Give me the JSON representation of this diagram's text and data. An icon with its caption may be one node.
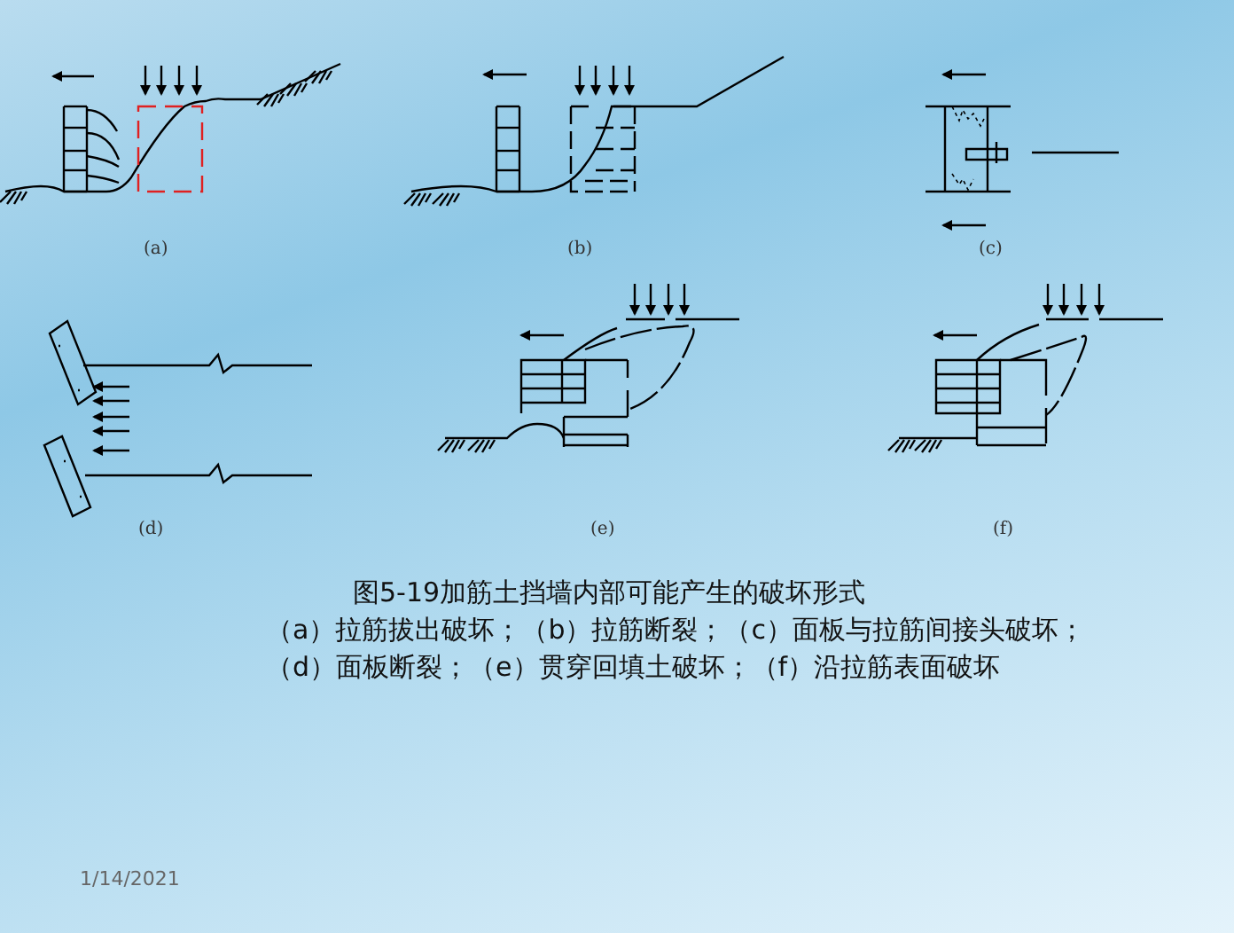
{
  "diagram": {
    "title": "图5-19加筋土挡墙内部可能产生的破坏形式",
    "labels": [
      "(a)",
      "(b)",
      "(c)",
      "(d)",
      "(e)",
      "(f)",
      "（a）拉筋拔出破坏；（b）拉筋断裂；（c）面板与拉筋间接头破坏；",
      "（d）面板断裂；（e）贯穿回填土破坏；（f）沿拉筋表面破坏",
      "1/14/2021"
    ]
  }
}
